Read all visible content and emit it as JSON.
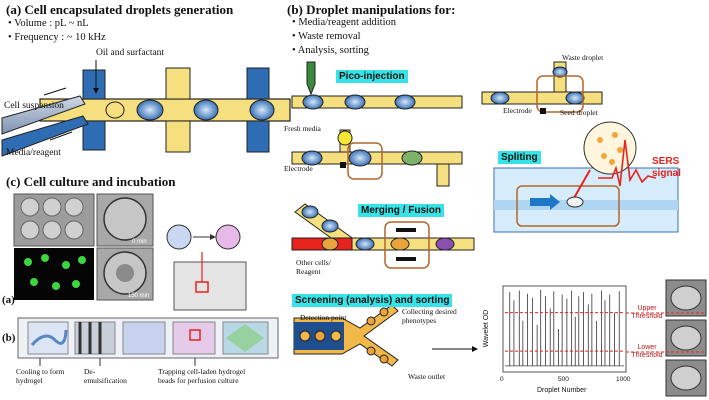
{
  "panel_a": {
    "title": "(a) Cell encapsulated droplets generation",
    "bullets": [
      "Volume : pL ~ nL",
      "Frequency : ~ 10 kHz"
    ],
    "oil_label": "Oil and surfactant",
    "cell_label": "Cell suspension",
    "media_label": "Media/reagent"
  },
  "panel_b": {
    "title": "(b) Droplet manipulations for:",
    "bullets": [
      "Media/reagent addition",
      "Waste removal",
      "Analysis, sorting"
    ],
    "pico_label": "Pico-injection",
    "fresh_media": "Fresh media",
    "electrode1": "Electrode",
    "merging_label": "Merging / Fusion",
    "other_cells": "Other cells/ Reagent",
    "waste_droplet": "Waste droplet",
    "electrode2": "Electrode",
    "seed_droplet": "Seed droplet",
    "splitting_label": "Spliting",
    "sers_label": "SERS signal",
    "screening_label": "Screening (analysis) and sorting",
    "detection_point": "Detection point",
    "collecting": "Collecting desired phenotypes",
    "waste_outlet": "Waste outlet",
    "upper_threshold": "Upper Threshold",
    "lower_threshold": "Lower Threshold"
  },
  "chart_data": {
    "type": "line",
    "xlabel": "Droplet Number",
    "ylabel": "Wavelet OD",
    "xticks": [
      "0",
      "500",
      "1000"
    ],
    "xlim": [
      0,
      1000
    ],
    "ylim": [
      0,
      1
    ],
    "upper_threshold": 0.7,
    "lower_threshold": 0.23,
    "spikes_x": [
      40,
      75,
      120,
      150,
      190,
      230,
      270,
      300,
      340,
      380,
      410,
      450,
      480,
      520,
      560,
      590,
      620,
      660,
      700,
      730,
      770,
      810,
      840,
      880,
      920,
      960
    ],
    "spikes_y": [
      0.95,
      0.85,
      0.97,
      0.6,
      0.93,
      0.88,
      0.55,
      0.98,
      0.9,
      0.75,
      0.96,
      0.5,
      0.92,
      0.87,
      0.97,
      0.65,
      0.9,
      0.95,
      0.8,
      0.93,
      0.6,
      0.97,
      0.85,
      0.92,
      0.7,
      0.96
    ]
  },
  "panel_c": {
    "title": "(c) Cell culture and incubation",
    "time1": "0 min",
    "time2": "150 min",
    "label_a": "(a)",
    "label_b": "(b)",
    "step1": "Cooling to form hydrogel",
    "step2": "De-emulsification",
    "step3": "Trapping cell-laden hydrogel beads for perfusion culture"
  },
  "colors": {
    "channel_yellow": "#f5df7e",
    "channel_blue": "#2e6db4",
    "highlight": "#36e4e8",
    "merge_red": "#e8231e",
    "screen_orange": "#f2b84a"
  }
}
